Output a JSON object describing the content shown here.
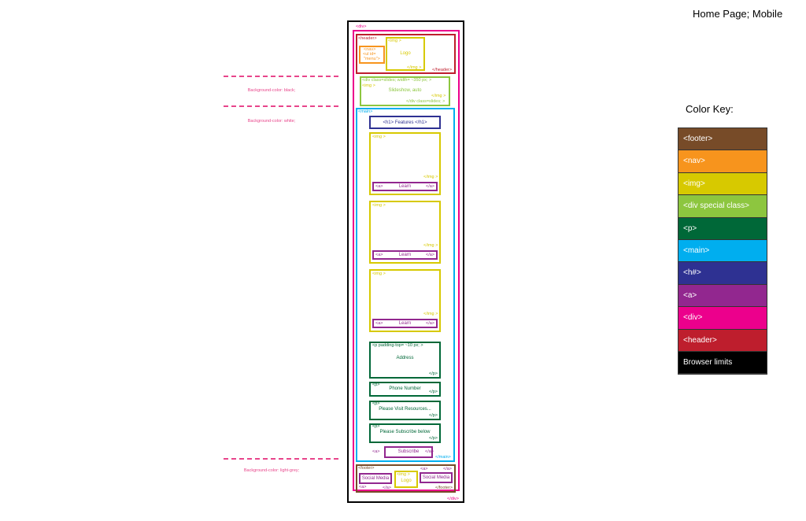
{
  "title": "Home Page; Mobile",
  "notes": [
    "Background-color: black;",
    "Background-color: white;",
    "Background-color: light-grey;"
  ],
  "wire": {
    "div_open": "<div>",
    "div_close": "</div>",
    "header_open": "<header>",
    "header_close": "</header>",
    "nav": [
      "<nav>",
      "<ul id=",
      "\"menu\">"
    ],
    "logo_img_open": "<img >",
    "logo_text": "Logo",
    "logo_img_close": "</img >",
    "slides_open": "<div class=slides; width= ~350 px; >",
    "slides_img": "<img >",
    "slides_text": "Slideshow, auto",
    "slides_img_close": "</img >",
    "slides_close": "</div class=slides; >",
    "main_open": "<main>",
    "main_close": "</main>",
    "h1": "<h1> Features </h1>",
    "cards": [
      {
        "img_open": "<img >",
        "img_close": "</img >",
        "a_open": "<a>",
        "a_text": "Learn",
        "a_close": "</a>"
      },
      {
        "img_open": "<img >",
        "img_close": "</img >",
        "a_open": "<a>",
        "a_text": "Learn",
        "a_close": "</a>"
      },
      {
        "img_open": "<img >",
        "img_close": "</img >",
        "a_open": "<a>",
        "a_text": "Learn",
        "a_close": "</a>"
      }
    ],
    "address_open": "<p padding-top= ~10 px; >",
    "address": "Address",
    "p_close": "</p>",
    "p_open": "<p>",
    "phone": "Phone Number",
    "visit": "Please Visit Resources...",
    "subscribe_p": "Please Subscribe below",
    "a_open": "<a>",
    "a_close": "</a>",
    "subscribe": "Subscribe",
    "footer_open": "<footer>",
    "footer_close": "</footer>",
    "social": "Social Media",
    "footer_img": "<img >",
    "footer_logo": "Logo"
  },
  "color_key": {
    "title": "Color Key:",
    "items": [
      {
        "label": "<footer>",
        "color": "#774b28"
      },
      {
        "label": "<nav>",
        "color": "#f7941d"
      },
      {
        "label": "<img>",
        "color": "#d7c900"
      },
      {
        "label": "<div special class>",
        "color": "#8dc63f"
      },
      {
        "label": "<p>",
        "color": "#006838"
      },
      {
        "label": "<main>",
        "color": "#00aeef"
      },
      {
        "label": "<h#>",
        "color": "#2e3192"
      },
      {
        "label": "<a>",
        "color": "#92278f"
      },
      {
        "label": "<div>",
        "color": "#ec008c"
      },
      {
        "label": "<header>",
        "color": "#be1e2d"
      },
      {
        "label": "Browser limits",
        "color": "#000000"
      }
    ]
  }
}
